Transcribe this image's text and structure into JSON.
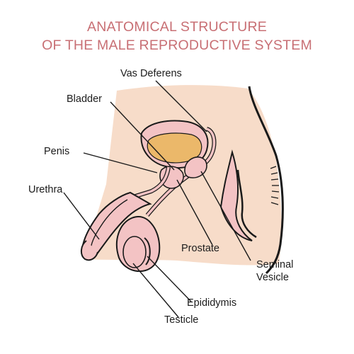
{
  "title": {
    "line1": "ANATOMICAL STRUCTURE",
    "line2": "OF THE MALE REPRODUCTIVE SYSTEM"
  },
  "labels": {
    "vas_deferens": "Vas Deferens",
    "bladder": "Bladder",
    "penis": "Penis",
    "urethra": "Urethra",
    "prostate": "Prostate",
    "seminal_vesicle_1": "Seminal",
    "seminal_vesicle_2": "Vesicle",
    "epididymis": "Epididymis",
    "testicle": "Testicle"
  },
  "stock_id": "566922590",
  "colors": {
    "title": "#c86f74",
    "skin": "#f7dcc9",
    "tissue": "#f3c3c4",
    "bladder_fill": "#ebb86a",
    "outline": "#1a1a1a"
  }
}
